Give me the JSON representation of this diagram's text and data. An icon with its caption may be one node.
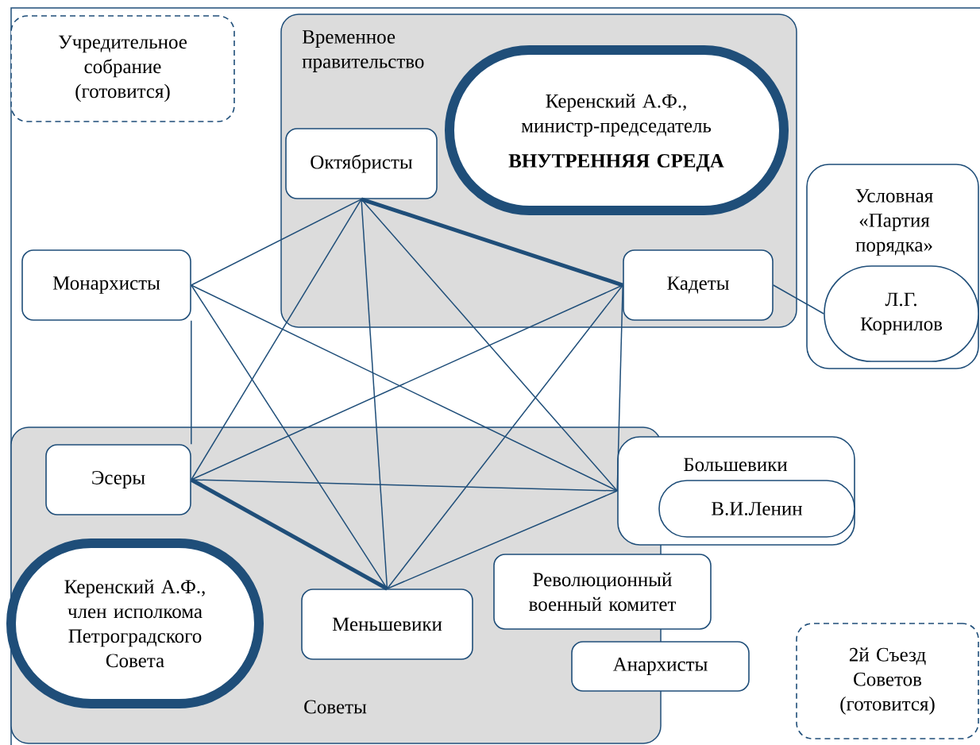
{
  "diagram": {
    "nodes": [
      {
        "text": [
          "Учредительное собрание (готовится)"
        ]
      },
      {
        "text": [
          "Временное правительство"
        ]
      },
      {
        "text": [
          "Керенский А.Ф., министр-председатель",
          "ВНУТРЕННЯЯ СРЕДА"
        ],
        "in": 1
      },
      {
        "text": [
          "Октябристы"
        ],
        "in": 1
      },
      {
        "text": [
          "Кадеты"
        ],
        "in": 1
      },
      {
        "text": [
          "Условная «Партия порядка»"
        ]
      },
      {
        "text": [
          "Л.Г. Корнилов"
        ],
        "in": 5
      },
      {
        "text": [
          "Монархисты"
        ]
      },
      {
        "text": [
          "Советы"
        ]
      },
      {
        "text": [
          "Эсеры"
        ],
        "in": 8
      },
      {
        "text": [
          "Керенский А.Ф., член исполкома Петроградского Совета"
        ],
        "in": 8
      },
      {
        "text": [
          "Меньшевики"
        ],
        "in": 8
      },
      {
        "text": [
          "Большевики"
        ]
      },
      {
        "text": [
          "В.И.Ленин"
        ],
        "in": 12
      },
      {
        "text": [
          "Революционный военный комитет"
        ]
      },
      {
        "text": [
          "Анархисты"
        ]
      },
      {
        "text": [
          "2й Съезд Советов (готовится)"
        ]
      }
    ],
    "edges": [
      {
        "from": 7,
        "to": 3,
        "arrow": "none"
      },
      {
        "from": 7,
        "to": 11,
        "arrow": "none"
      },
      {
        "from": 7,
        "to": 12,
        "arrow": "none"
      },
      {
        "from": 7,
        "to": 9,
        "arrow": "none"
      },
      {
        "from": 3,
        "to": 4,
        "arrow": "none",
        "style": "thick"
      },
      {
        "from": 3,
        "to": 9,
        "arrow": "none"
      },
      {
        "from": 3,
        "to": 11,
        "arrow": "none"
      },
      {
        "from": 3,
        "to": 12,
        "arrow": "none"
      },
      {
        "from": 4,
        "to": 9,
        "arrow": "none"
      },
      {
        "from": 4,
        "to": 11,
        "arrow": "none"
      },
      {
        "from": 4,
        "to": 12,
        "arrow": "none"
      },
      {
        "from": 4,
        "to": 6,
        "arrow": "none"
      },
      {
        "from": 9,
        "to": 11,
        "arrow": "none",
        "style": "thick"
      },
      {
        "from": 9,
        "to": 12,
        "arrow": "none"
      },
      {
        "from": 11,
        "to": 12,
        "arrow": "none"
      }
    ]
  }
}
